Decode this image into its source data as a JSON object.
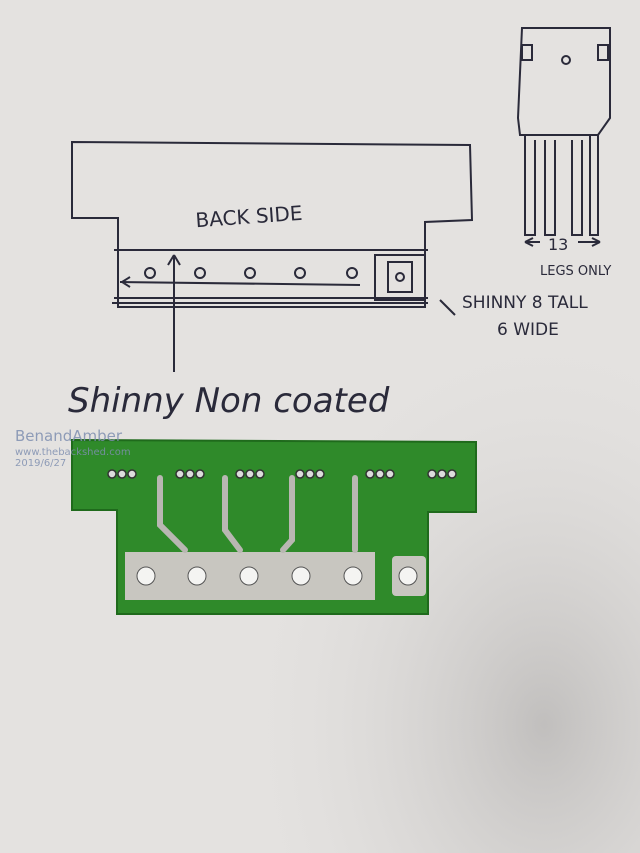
{
  "sketch": {
    "backside_label": "BACK SIDE",
    "leg_dimension": "13",
    "legs_only": "LEGS ONLY",
    "shinny_tall": "SHINNY 8 TALL",
    "wide": "6 WIDE",
    "caption": "Shinny Non coated"
  },
  "watermark": {
    "name": "BenandAmber",
    "site": "www.thebackshed.com",
    "date": "2019/6/27"
  },
  "colors": {
    "paper": "#e6e4e2",
    "pcb": "#2f8a2a",
    "solder": "#c8c6c0",
    "ink": "#2a2a3a"
  }
}
